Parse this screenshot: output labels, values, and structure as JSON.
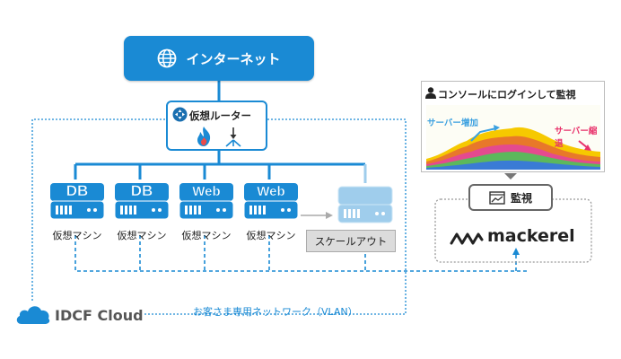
{
  "internet": {
    "label": "インターネット",
    "icon": "globe-icon"
  },
  "router": {
    "label": "仮想ルーター",
    "icons": [
      "router-icon",
      "firewall-flame-icon",
      "load-balancer-icon"
    ]
  },
  "vms": [
    {
      "badge": "DB",
      "label": "仮想マシン"
    },
    {
      "badge": "DB",
      "label": "仮想マシン"
    },
    {
      "badge": "Web",
      "label": "仮想マシン"
    },
    {
      "badge": "Web",
      "label": "仮想マシン"
    }
  ],
  "scale_out": {
    "label": "スケールアウト"
  },
  "console": {
    "title": "コンソールにログインして監視",
    "scale_up_label": "サーバー増加",
    "scale_down_label": "サーバー縮退"
  },
  "monitor": {
    "label": "監視"
  },
  "mackerel": {
    "label": "mackerel"
  },
  "network": {
    "label": "お客さま専用ネットワーク（VLAN）"
  },
  "idcf": {
    "label": "IDCF Cloud"
  },
  "colors": {
    "primary_blue": "#1a8ad4",
    "light_blue": "#9fcdec",
    "gray": "#999999",
    "chart_up": "#3aa0e0",
    "chart_down": "#e8306a"
  }
}
